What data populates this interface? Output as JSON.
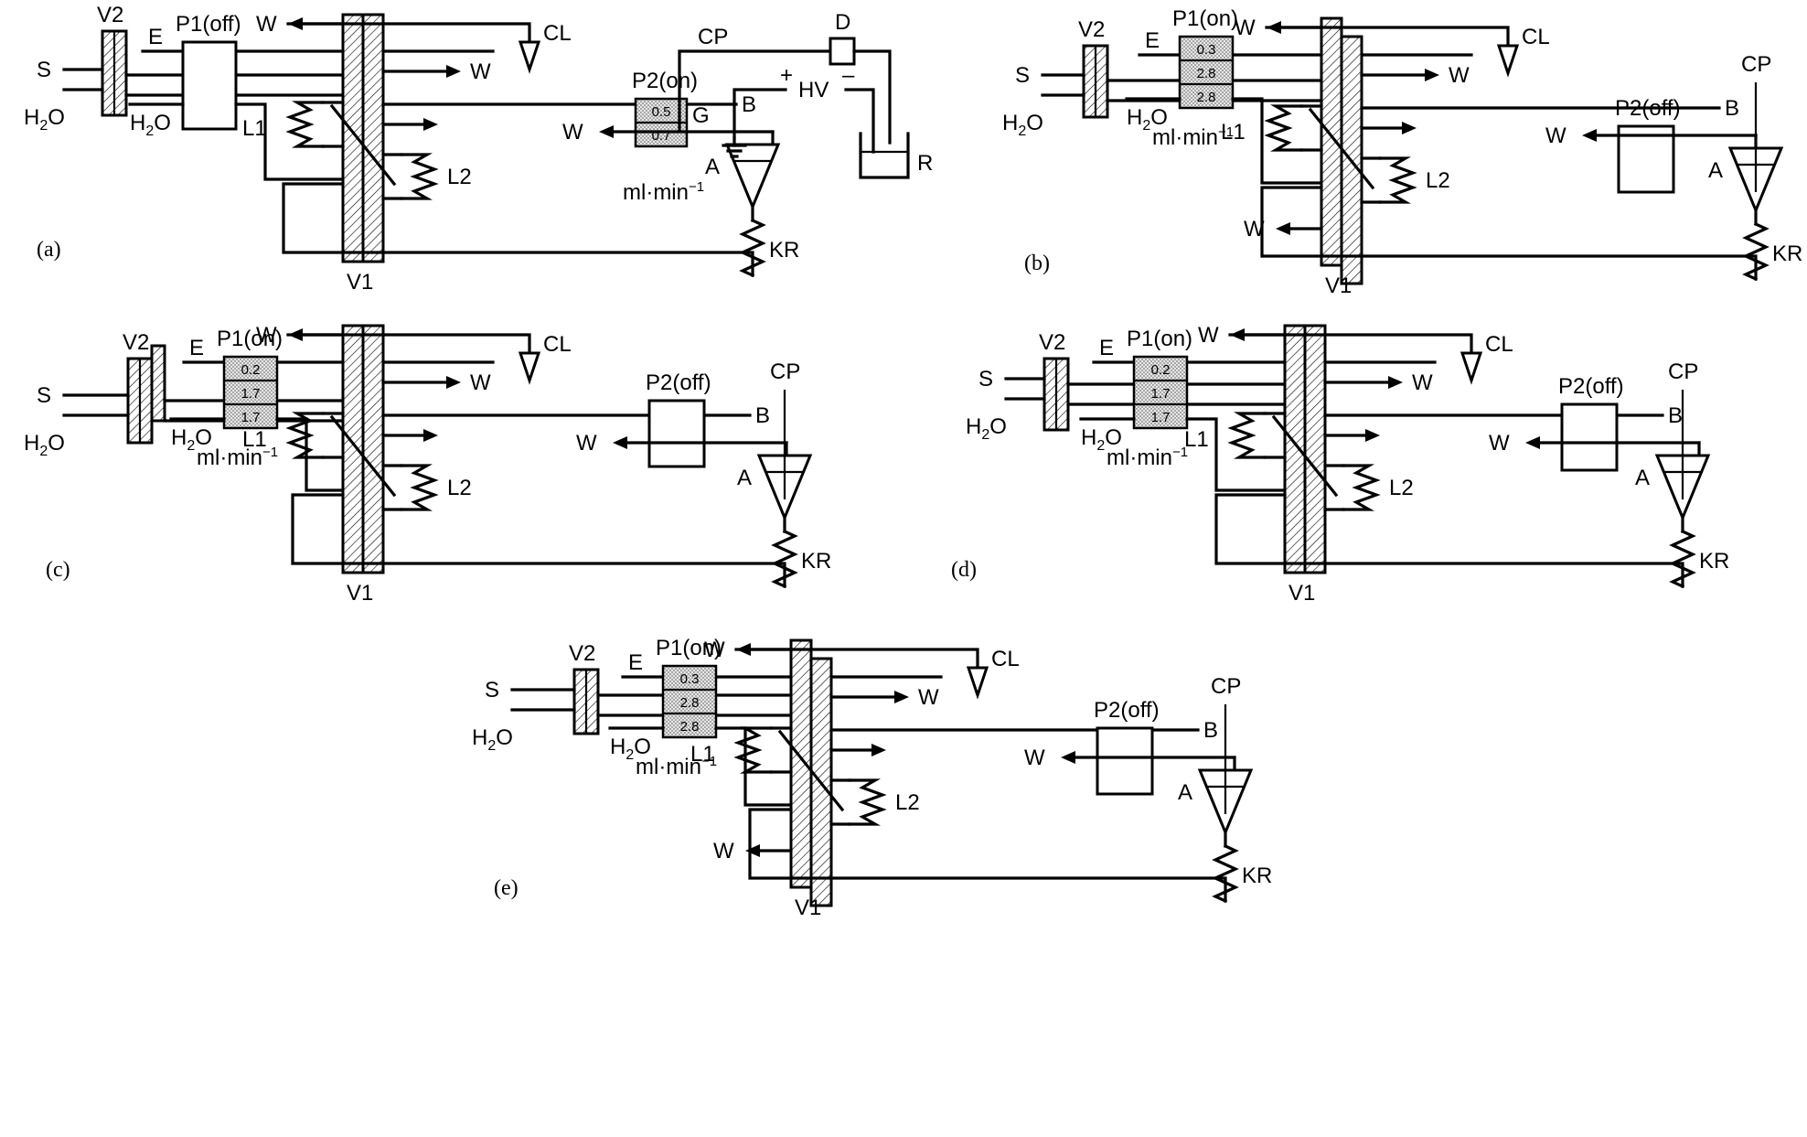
{
  "labels": {
    "S": "S",
    "H2O": "H",
    "H2O_sub": "2",
    "H2O_tail": "O",
    "V1": "V1",
    "V2": "V2",
    "E": "E",
    "W": "W",
    "CL": "CL",
    "L1": "L1",
    "L2": "L2",
    "B": "B",
    "A": "A",
    "CP": "CP",
    "KR": "KR",
    "G": "G",
    "D": "D",
    "HV": "HV",
    "R": "R",
    "plus": "+",
    "minus": "–",
    "flow_unit": "ml·min",
    "flow_exp": "−1"
  },
  "panels": [
    {
      "id": "a",
      "tag": "(a)",
      "p1": "P1(off)",
      "p2": "P2(on)",
      "p2_rates": [
        "0.5",
        "0.7"
      ],
      "p1_rates": []
    },
    {
      "id": "b",
      "tag": "(b)",
      "p1": "P1(on)",
      "p2": "P2(off)",
      "p1_rates": [
        "0.3",
        "2.8",
        "2.8"
      ],
      "p2_rates": []
    },
    {
      "id": "c",
      "tag": "(c)",
      "p1": "P1(on)",
      "p2": "P2(off)",
      "p1_rates": [
        "0.2",
        "1.7",
        "1.7"
      ],
      "p2_rates": []
    },
    {
      "id": "d",
      "tag": "(d)",
      "p1": "P1(on)",
      "p2": "P2(off)",
      "p1_rates": [
        "0.2",
        "1.7",
        "1.7"
      ],
      "p2_rates": []
    },
    {
      "id": "e",
      "tag": "(e)",
      "p1": "P1(on)",
      "p2": "P2(off)",
      "p1_rates": [
        "0.3",
        "2.8",
        "2.8"
      ],
      "p2_rates": []
    }
  ]
}
